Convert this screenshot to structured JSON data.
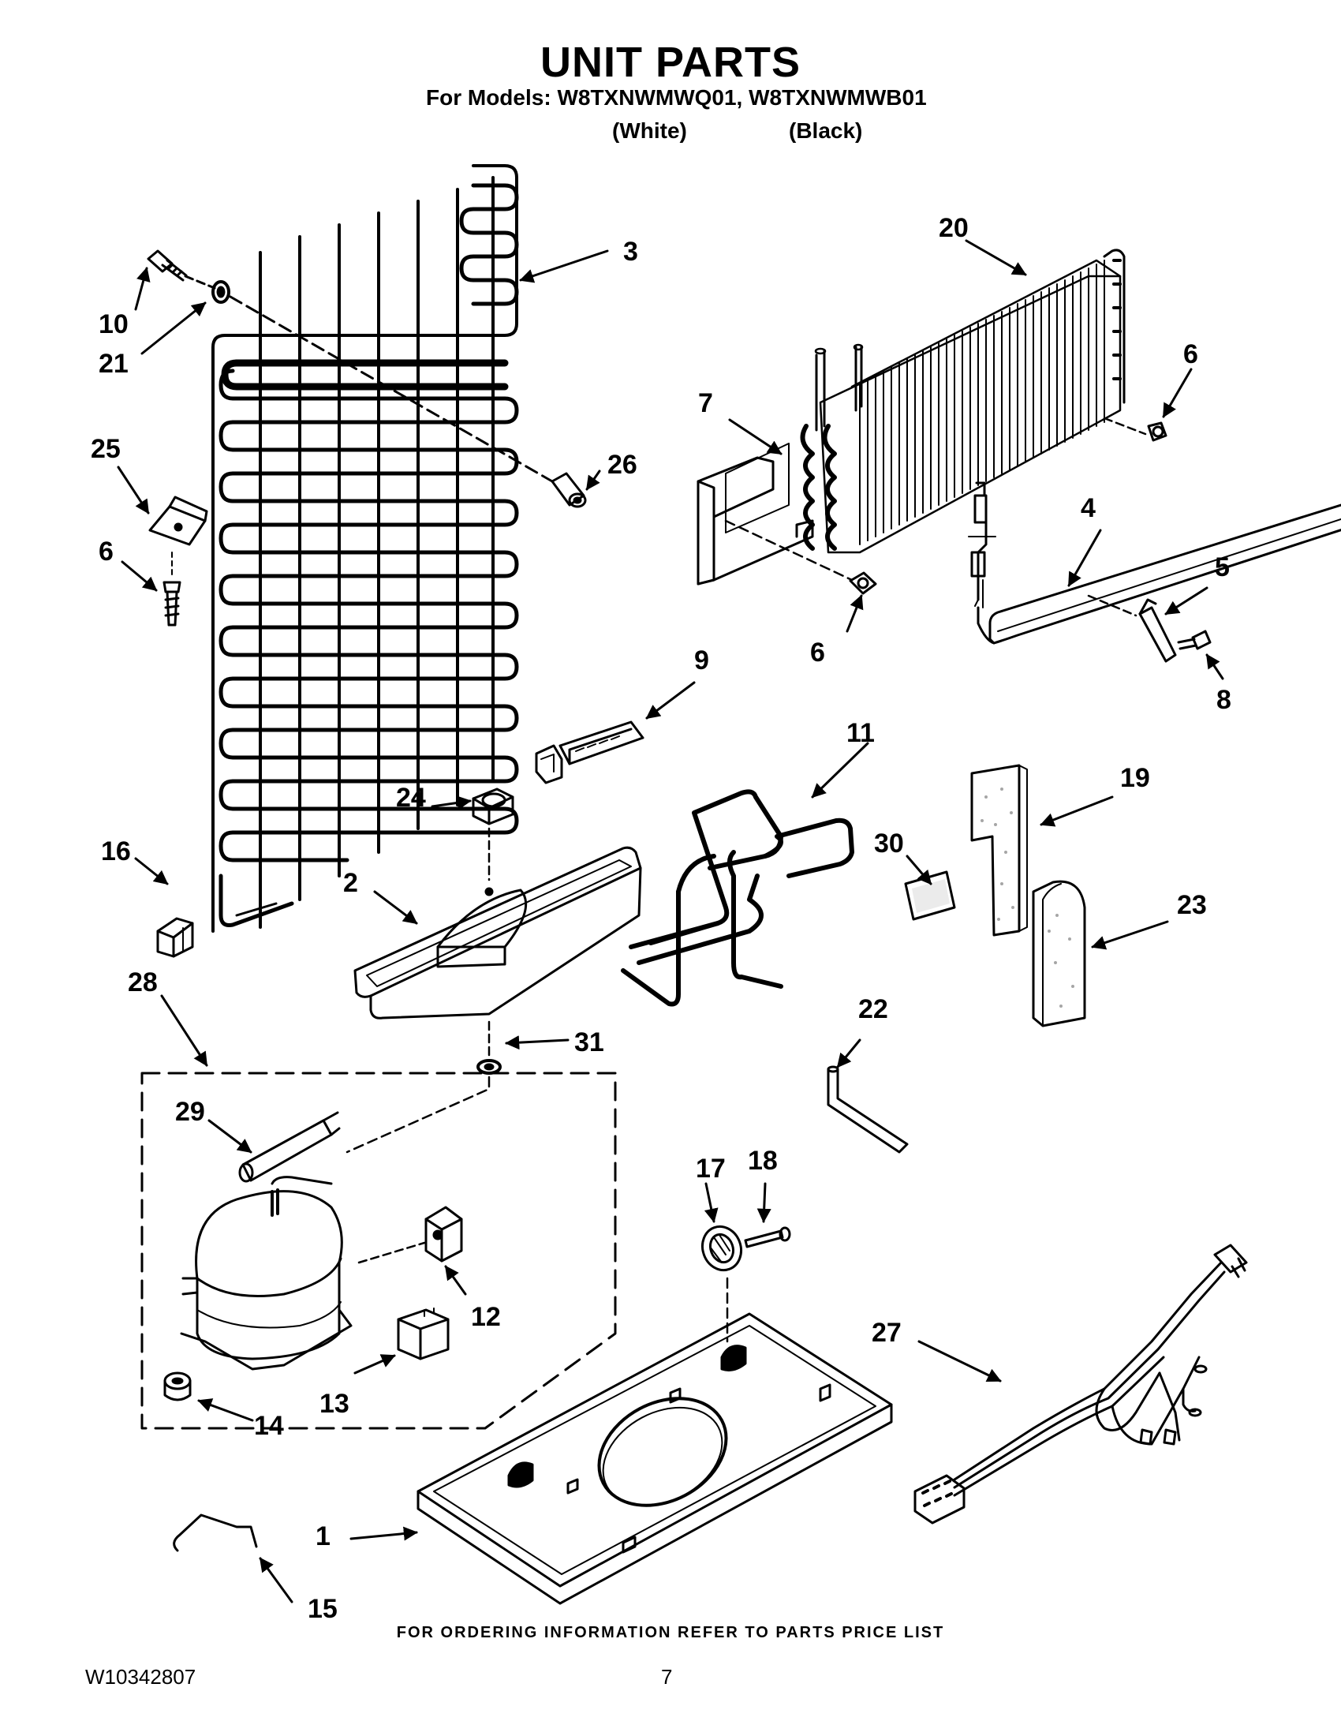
{
  "header": {
    "title": "UNIT PARTS",
    "models_line": "For Models: W8TXNWMWQ01, W8TXNWMWB01",
    "variant_white": "(White)",
    "variant_black": "(Black)"
  },
  "callouts": [
    "1",
    "2",
    "3",
    "4",
    "5",
    "6",
    "6",
    "6",
    "7",
    "8",
    "9",
    "10",
    "11",
    "12",
    "13",
    "14",
    "15",
    "16",
    "17",
    "18",
    "19",
    "20",
    "21",
    "22",
    "23",
    "24",
    "25",
    "26",
    "27",
    "28",
    "29",
    "30",
    "31"
  ],
  "footer": {
    "ordering_note": "FOR ORDERING INFORMATION REFER TO PARTS PRICE LIST",
    "document_number": "W10342807",
    "page_number": "7"
  }
}
